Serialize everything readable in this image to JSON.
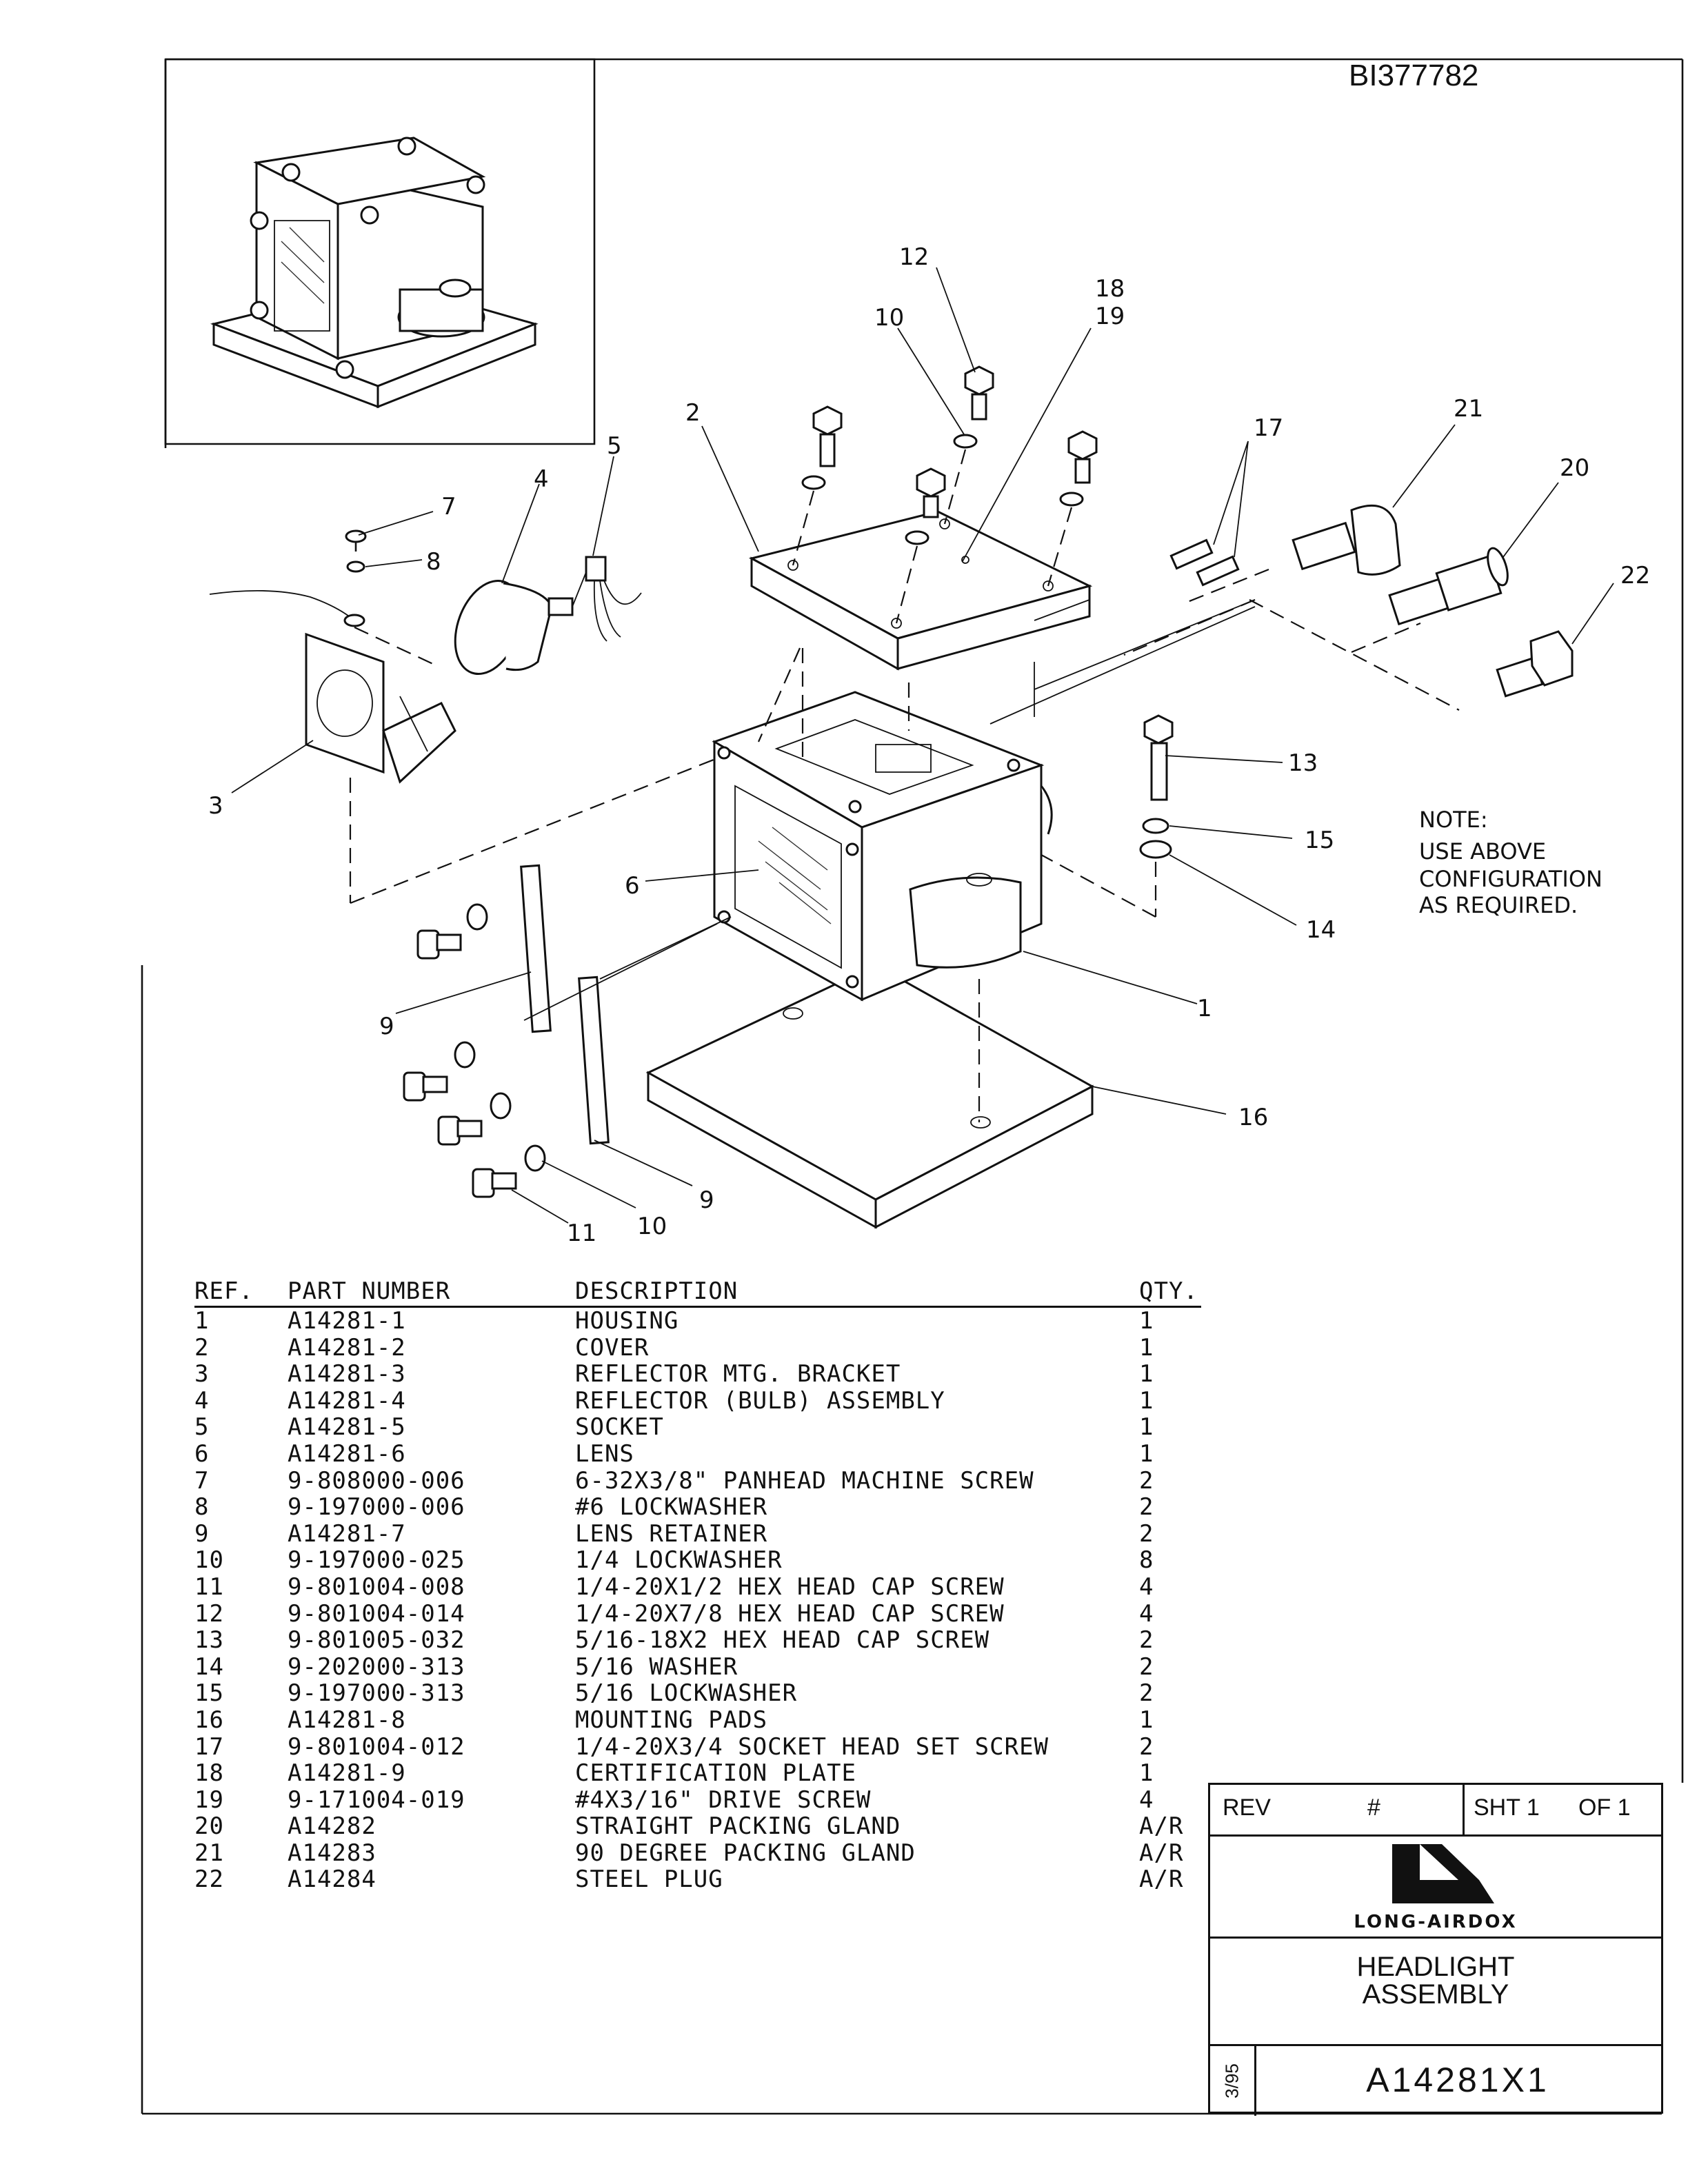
{
  "document_id": "BI377782",
  "callouts": {
    "c1": "1",
    "c2": "2",
    "c3": "3",
    "c4": "4",
    "c5": "5",
    "c6": "6",
    "c7": "7",
    "c8": "8",
    "c9a": "9",
    "c9b": "9",
    "c10a": "10",
    "c10b": "10",
    "c11": "11",
    "c12": "12",
    "c13": "13",
    "c14": "14",
    "c15": "15",
    "c16": "16",
    "c17": "17",
    "c18": "18",
    "c19": "19",
    "c20": "20",
    "c21": "21",
    "c22": "22"
  },
  "note": {
    "heading": "NOTE:",
    "line1": "USE ABOVE",
    "line2": "CONFIGURATION",
    "line3": "AS REQUIRED."
  },
  "parts_table": {
    "headers": {
      "ref": "REF.",
      "part_number": "PART NUMBER",
      "description": "DESCRIPTION",
      "qty": "QTY."
    },
    "rows": [
      {
        "ref": "1",
        "part_number": "A14281-1",
        "description": "HOUSING",
        "qty": "1"
      },
      {
        "ref": "2",
        "part_number": "A14281-2",
        "description": "COVER",
        "qty": "1"
      },
      {
        "ref": "3",
        "part_number": "A14281-3",
        "description": "REFLECTOR MTG. BRACKET",
        "qty": "1"
      },
      {
        "ref": "4",
        "part_number": "A14281-4",
        "description": "REFLECTOR (BULB) ASSEMBLY",
        "qty": "1"
      },
      {
        "ref": "5",
        "part_number": "A14281-5",
        "description": "SOCKET",
        "qty": "1"
      },
      {
        "ref": "6",
        "part_number": "A14281-6",
        "description": "LENS",
        "qty": "1"
      },
      {
        "ref": "7",
        "part_number": "9-808000-006",
        "description": "6-32X3/8\" PANHEAD MACHINE SCREW",
        "qty": "2"
      },
      {
        "ref": "8",
        "part_number": "9-197000-006",
        "description": "#6 LOCKWASHER",
        "qty": "2"
      },
      {
        "ref": "9",
        "part_number": "A14281-7",
        "description": "LENS RETAINER",
        "qty": "2"
      },
      {
        "ref": "10",
        "part_number": "9-197000-025",
        "description": "1/4 LOCKWASHER",
        "qty": "8"
      },
      {
        "ref": "11",
        "part_number": "9-801004-008",
        "description": "1/4-20X1/2 HEX HEAD CAP SCREW",
        "qty": "4"
      },
      {
        "ref": "12",
        "part_number": "9-801004-014",
        "description": "1/4-20X7/8 HEX HEAD CAP SCREW",
        "qty": "4"
      },
      {
        "ref": "13",
        "part_number": "9-801005-032",
        "description": "5/16-18X2 HEX HEAD CAP SCREW",
        "qty": "2"
      },
      {
        "ref": "14",
        "part_number": "9-202000-313",
        "description": "5/16 WASHER",
        "qty": "2"
      },
      {
        "ref": "15",
        "part_number": "9-197000-313",
        "description": "5/16 LOCKWASHER",
        "qty": "2"
      },
      {
        "ref": "16",
        "part_number": "A14281-8",
        "description": "MOUNTING PADS",
        "qty": "1"
      },
      {
        "ref": "17",
        "part_number": "9-801004-012",
        "description": "1/4-20X3/4 SOCKET HEAD SET SCREW",
        "qty": "2"
      },
      {
        "ref": "18",
        "part_number": "A14281-9",
        "description": "CERTIFICATION PLATE",
        "qty": "1"
      },
      {
        "ref": "19",
        "part_number": "9-171004-019",
        "description": "#4X3/16\" DRIVE SCREW",
        "qty": "4"
      },
      {
        "ref": "20",
        "part_number": "A14282",
        "description": "STRAIGHT PACKING GLAND",
        "qty": "A/R"
      },
      {
        "ref": "21",
        "part_number": "A14283",
        "description": "90 DEGREE PACKING GLAND",
        "qty": "A/R"
      },
      {
        "ref": "22",
        "part_number": "A14284",
        "description": "STEEL PLUG",
        "qty": "A/R"
      }
    ]
  },
  "title_block": {
    "rev_label": "REV",
    "rev_value": "#",
    "sheet_label": "SHT 1",
    "of_label": "OF 1",
    "company": "LONG-AIRDOX",
    "title_line1": "HEADLIGHT",
    "title_line2": "ASSEMBLY",
    "date": "3/95",
    "drawing_number": "A14281X1"
  }
}
